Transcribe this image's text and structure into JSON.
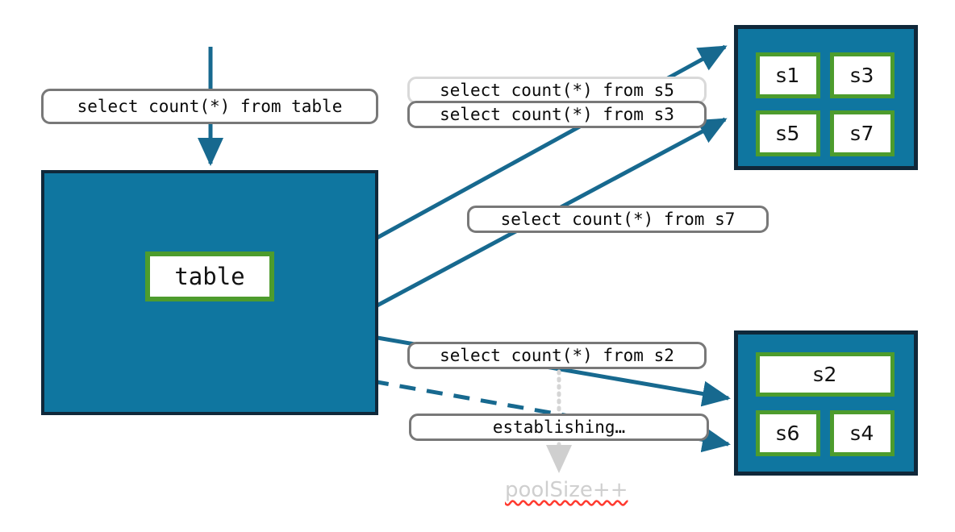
{
  "diagram": {
    "title": "connection pool query routing",
    "colors": {
      "teal_fill": "#0F76A0",
      "dark_border": "#10283A",
      "green_border": "#4D9C2D",
      "arrow_teal": "#17698F",
      "pill_border": "#787878",
      "pill_border_light": "#D9D9D9",
      "ghost_gray": "#CFCFCF",
      "spellcheck_red": "#FF3B30",
      "white": "#FFFFFF"
    },
    "source": {
      "query_label": "select count(*) from table",
      "table_label": "table"
    },
    "pool_top": {
      "sessions": [
        {
          "label": "s1"
        },
        {
          "label": "s3"
        },
        {
          "label": "s5"
        },
        {
          "label": "s7"
        }
      ]
    },
    "pool_bottom": {
      "sessions": [
        {
          "label": "s2"
        },
        {
          "label": "s6"
        },
        {
          "label": "s4"
        }
      ]
    },
    "queries": [
      {
        "label": "select count(*) from s5",
        "style": "light"
      },
      {
        "label": "select count(*) from s3",
        "style": "normal"
      },
      {
        "label": "select count(*) from s7",
        "style": "normal"
      },
      {
        "label": "select count(*) from s2",
        "style": "normal"
      },
      {
        "label": "establishing…",
        "style": "normal"
      }
    ],
    "annotation": {
      "pool_size_text": "poolSize++"
    }
  }
}
